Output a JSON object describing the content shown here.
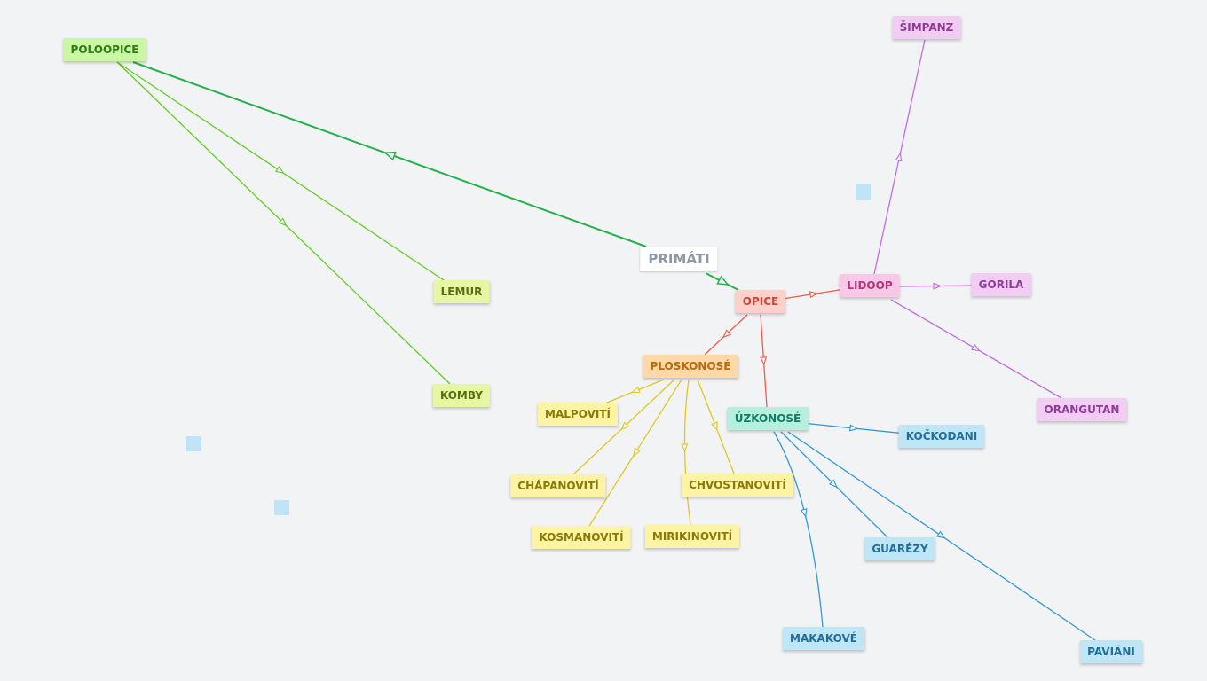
{
  "diagram": {
    "type": "mind-map",
    "root": "PRIMÁTI",
    "nodes": [
      {
        "id": "primati",
        "label": "PRIMÁTI",
        "color": "root"
      },
      {
        "id": "poloopice",
        "label": "POLOOPICE",
        "color": "green"
      },
      {
        "id": "lemur",
        "label": "LEMUR",
        "color": "lime"
      },
      {
        "id": "komby",
        "label": "KOMBY",
        "color": "lime"
      },
      {
        "id": "opice",
        "label": "OPICE",
        "color": "red"
      },
      {
        "id": "lidoop",
        "label": "LIDOOP",
        "color": "pink"
      },
      {
        "id": "simpanz",
        "label": "ŠIMPANZ",
        "color": "violet"
      },
      {
        "id": "gorila",
        "label": "GORILA",
        "color": "violet"
      },
      {
        "id": "orangutan",
        "label": "ORANGUTAN",
        "color": "violet"
      },
      {
        "id": "ploskonose",
        "label": "PLOSKONOSÉ",
        "color": "orange"
      },
      {
        "id": "malpoviti",
        "label": "MALPOVITÍ",
        "color": "yellow"
      },
      {
        "id": "chapanoviti",
        "label": "CHÁPANOVITÍ",
        "color": "yellow"
      },
      {
        "id": "kosmanoviti",
        "label": "KOSMANOVITÍ",
        "color": "yellow"
      },
      {
        "id": "mirikinoviti",
        "label": "MIRIKINOVITÍ",
        "color": "yellow"
      },
      {
        "id": "chvostanoviti",
        "label": "CHVOSTANOVITÍ",
        "color": "yellow"
      },
      {
        "id": "uzkonose",
        "label": "ÚZKONOSÉ",
        "color": "teal"
      },
      {
        "id": "kockodani",
        "label": "KOČKODANI",
        "color": "blue"
      },
      {
        "id": "guarezy",
        "label": "GUARÉZY",
        "color": "blue"
      },
      {
        "id": "makakove",
        "label": "MAKAKOVÉ",
        "color": "blue"
      },
      {
        "id": "paviani",
        "label": "PAVIÁNI",
        "color": "blue"
      }
    ],
    "edges": [
      {
        "from": "primati",
        "to": "poloopice",
        "color": "#22b24c"
      },
      {
        "from": "primati",
        "to": "opice",
        "color": "#22b24c"
      },
      {
        "from": "poloopice",
        "to": "lemur",
        "color": "#5fcf1e"
      },
      {
        "from": "poloopice",
        "to": "komby",
        "color": "#5fcf1e"
      },
      {
        "from": "opice",
        "to": "lidoop",
        "color": "#ee5a4a"
      },
      {
        "from": "opice",
        "to": "ploskonose",
        "color": "#ee5a4a"
      },
      {
        "from": "opice",
        "to": "uzkonose",
        "color": "#ee5a4a"
      },
      {
        "from": "lidoop",
        "to": "simpanz",
        "color": "#c06ee0"
      },
      {
        "from": "lidoop",
        "to": "gorila",
        "color": "#c06ee0"
      },
      {
        "from": "lidoop",
        "to": "orangutan",
        "color": "#c06ee0"
      },
      {
        "from": "ploskonose",
        "to": "malpoviti",
        "color": "#e0c91a"
      },
      {
        "from": "ploskonose",
        "to": "chapanoviti",
        "color": "#e0c91a"
      },
      {
        "from": "ploskonose",
        "to": "kosmanoviti",
        "color": "#e0c91a"
      },
      {
        "from": "ploskonose",
        "to": "mirikinoviti",
        "color": "#e0c91a"
      },
      {
        "from": "ploskonose",
        "to": "chvostanoviti",
        "color": "#e0c91a"
      },
      {
        "from": "uzkonose",
        "to": "kockodani",
        "color": "#3499d0"
      },
      {
        "from": "uzkonose",
        "to": "guarezy",
        "color": "#3499d0"
      },
      {
        "from": "uzkonose",
        "to": "makakove",
        "color": "#3499d0"
      },
      {
        "from": "uzkonose",
        "to": "paviani",
        "color": "#3499d0"
      }
    ]
  }
}
